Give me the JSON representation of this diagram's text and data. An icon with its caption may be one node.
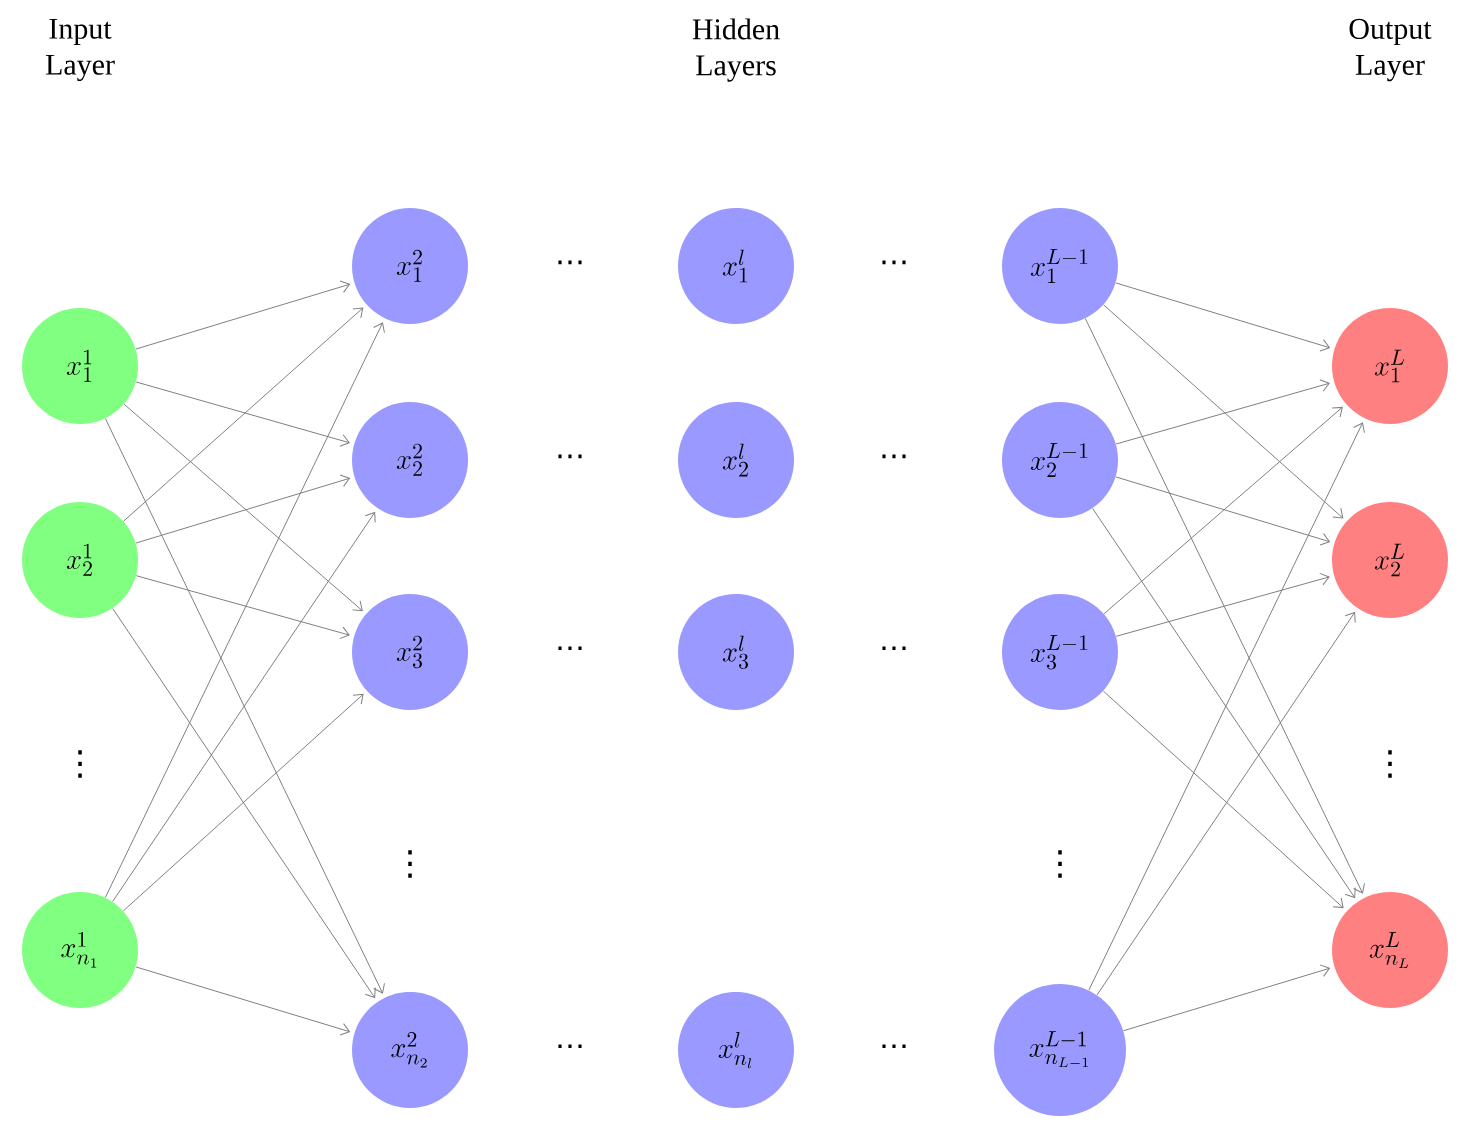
{
  "diagram": {
    "nodes": [
      {
        "text": [
          "x^{1}_{1}"
        ]
      },
      {
        "text": [
          "x^{1}_{2}"
        ]
      },
      {
        "text": [
          "x^{1}_{n_1}"
        ]
      },
      {
        "text": [
          "x^{2}_{1}"
        ]
      },
      {
        "text": [
          "x^{2}_{2}"
        ]
      },
      {
        "text": [
          "x^{2}_{3}"
        ]
      },
      {
        "text": [
          "x^{2}_{n_2}"
        ]
      },
      {
        "text": [
          "x^{l}_{1}"
        ]
      },
      {
        "text": [
          "x^{l}_{2}"
        ]
      },
      {
        "text": [
          "x^{l}_{3}"
        ]
      },
      {
        "text": [
          "x^{l}_{n_l}"
        ]
      },
      {
        "text": [
          "x^{L-1}_{1}"
        ]
      },
      {
        "text": [
          "x^{L-1}_{2}"
        ]
      },
      {
        "text": [
          "x^{L-1}_{3}"
        ]
      },
      {
        "text": [
          "x^{L-1}_{n_{L-1}}"
        ]
      },
      {
        "text": [
          "x^{L}_{1}"
        ]
      },
      {
        "text": [
          "x^{L}_{2}"
        ]
      },
      {
        "text": [
          "x^{L}_{n_L}"
        ]
      }
    ],
    "edges": [
      {
        "from": 0,
        "to": 3,
        "arrow": "to"
      },
      {
        "from": 0,
        "to": 4,
        "arrow": "to"
      },
      {
        "from": 0,
        "to": 5,
        "arrow": "to"
      },
      {
        "from": 0,
        "to": 6,
        "arrow": "to"
      },
      {
        "from": 1,
        "to": 3,
        "arrow": "to"
      },
      {
        "from": 1,
        "to": 4,
        "arrow": "to"
      },
      {
        "from": 1,
        "to": 5,
        "arrow": "to"
      },
      {
        "from": 1,
        "to": 6,
        "arrow": "to"
      },
      {
        "from": 2,
        "to": 3,
        "arrow": "to"
      },
      {
        "from": 2,
        "to": 4,
        "arrow": "to"
      },
      {
        "from": 2,
        "to": 5,
        "arrow": "to"
      },
      {
        "from": 2,
        "to": 6,
        "arrow": "to"
      },
      {
        "from": 11,
        "to": 15,
        "arrow": "to"
      },
      {
        "from": 11,
        "to": 16,
        "arrow": "to"
      },
      {
        "from": 11,
        "to": 17,
        "arrow": "to"
      },
      {
        "from": 12,
        "to": 15,
        "arrow": "to"
      },
      {
        "from": 12,
        "to": 16,
        "arrow": "to"
      },
      {
        "from": 12,
        "to": 17,
        "arrow": "to"
      },
      {
        "from": 13,
        "to": 15,
        "arrow": "to"
      },
      {
        "from": 13,
        "to": 16,
        "arrow": "to"
      },
      {
        "from": 13,
        "to": 17,
        "arrow": "to"
      },
      {
        "from": 14,
        "to": 15,
        "arrow": "to"
      },
      {
        "from": 14,
        "to": 16,
        "arrow": "to"
      },
      {
        "from": 14,
        "to": 17,
        "arrow": "to"
      }
    ],
    "labels": [
      "Input Layer",
      "Hidden Layers",
      "Output Layer",
      "⋯",
      "⋯",
      "⋯",
      "⋯",
      "⋯",
      "⋯",
      "⋮",
      "⋮",
      "⋮",
      "⋮",
      "⋯",
      "⋯"
    ]
  }
}
